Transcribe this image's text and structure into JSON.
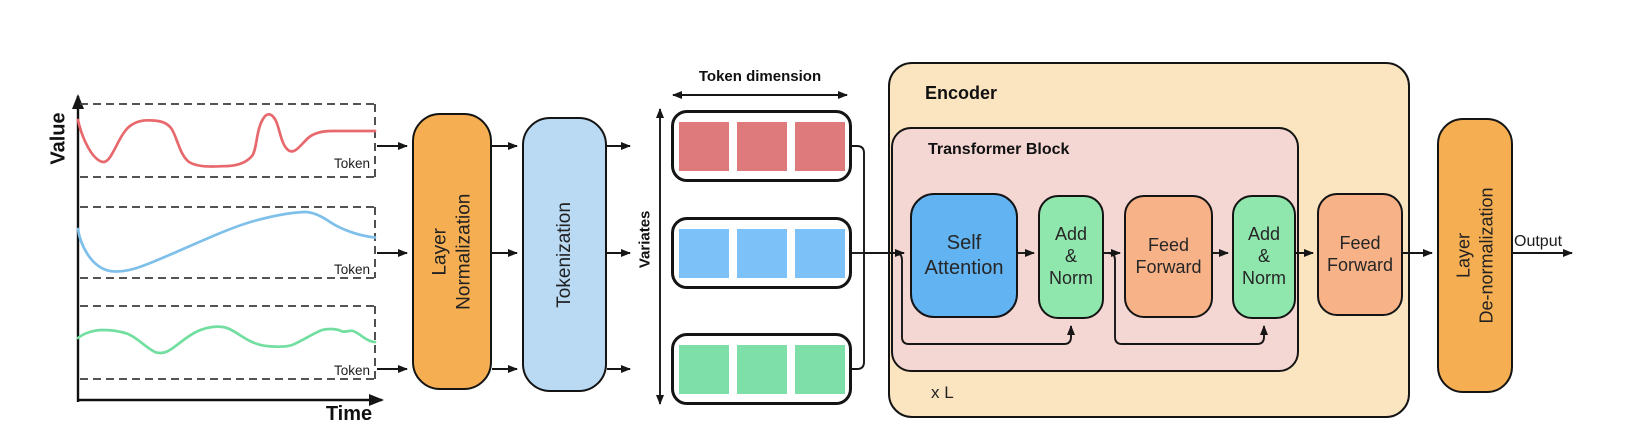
{
  "figure": {
    "plot": {
      "value_axis_label": "Value",
      "time_axis_label": "Time",
      "series": [
        {
          "name": "red-series",
          "color": "#E8696D",
          "token_label": "Token"
        },
        {
          "name": "blue-series",
          "color": "#7FC0EB",
          "token_label": "Token"
        },
        {
          "name": "green-series",
          "color": "#72DFA0",
          "token_label": "Token"
        }
      ]
    },
    "layer_normalization": {
      "lines": [
        "Layer",
        "Normalization"
      ],
      "color": "#F5AE51"
    },
    "tokenization": {
      "label": "Tokenization",
      "color": "#BADAF4"
    },
    "token_matrix": {
      "dimension_label": "Token dimension",
      "variates_label": "Variates",
      "rows": [
        {
          "name": "red-token-row",
          "cell_color": "#DE797C",
          "cells": 3
        },
        {
          "name": "blue-token-row",
          "cell_color": "#7CC2F8",
          "cells": 3
        },
        {
          "name": "green-token-row",
          "cell_color": "#7EDFA8",
          "cells": 3
        }
      ]
    },
    "encoder": {
      "label": "Encoder",
      "color": "#FBE5C1",
      "repeat_label": "x L",
      "transformer_block": {
        "label": "Transformer Block",
        "color": "#F4D6D3",
        "self_attention": {
          "lines": [
            "Self",
            "Attention"
          ],
          "color": "#61B3F2"
        },
        "add_norm_1": {
          "lines": [
            "Add",
            "&",
            "Norm"
          ],
          "color": "#90E7AD"
        },
        "feed_forward_1": {
          "lines": [
            "Feed",
            "Forward"
          ],
          "color": "#F8B288"
        },
        "add_norm_2": {
          "lines": [
            "Add",
            "&",
            "Norm"
          ],
          "color": "#90E7AD"
        }
      },
      "feed_forward_2": {
        "lines": [
          "Feed",
          "Forward"
        ],
        "color": "#F8B288"
      }
    },
    "layer_denormalization": {
      "lines": [
        "Layer",
        "De-normalization"
      ],
      "color": "#F5AE51"
    },
    "output_label": "Output"
  }
}
